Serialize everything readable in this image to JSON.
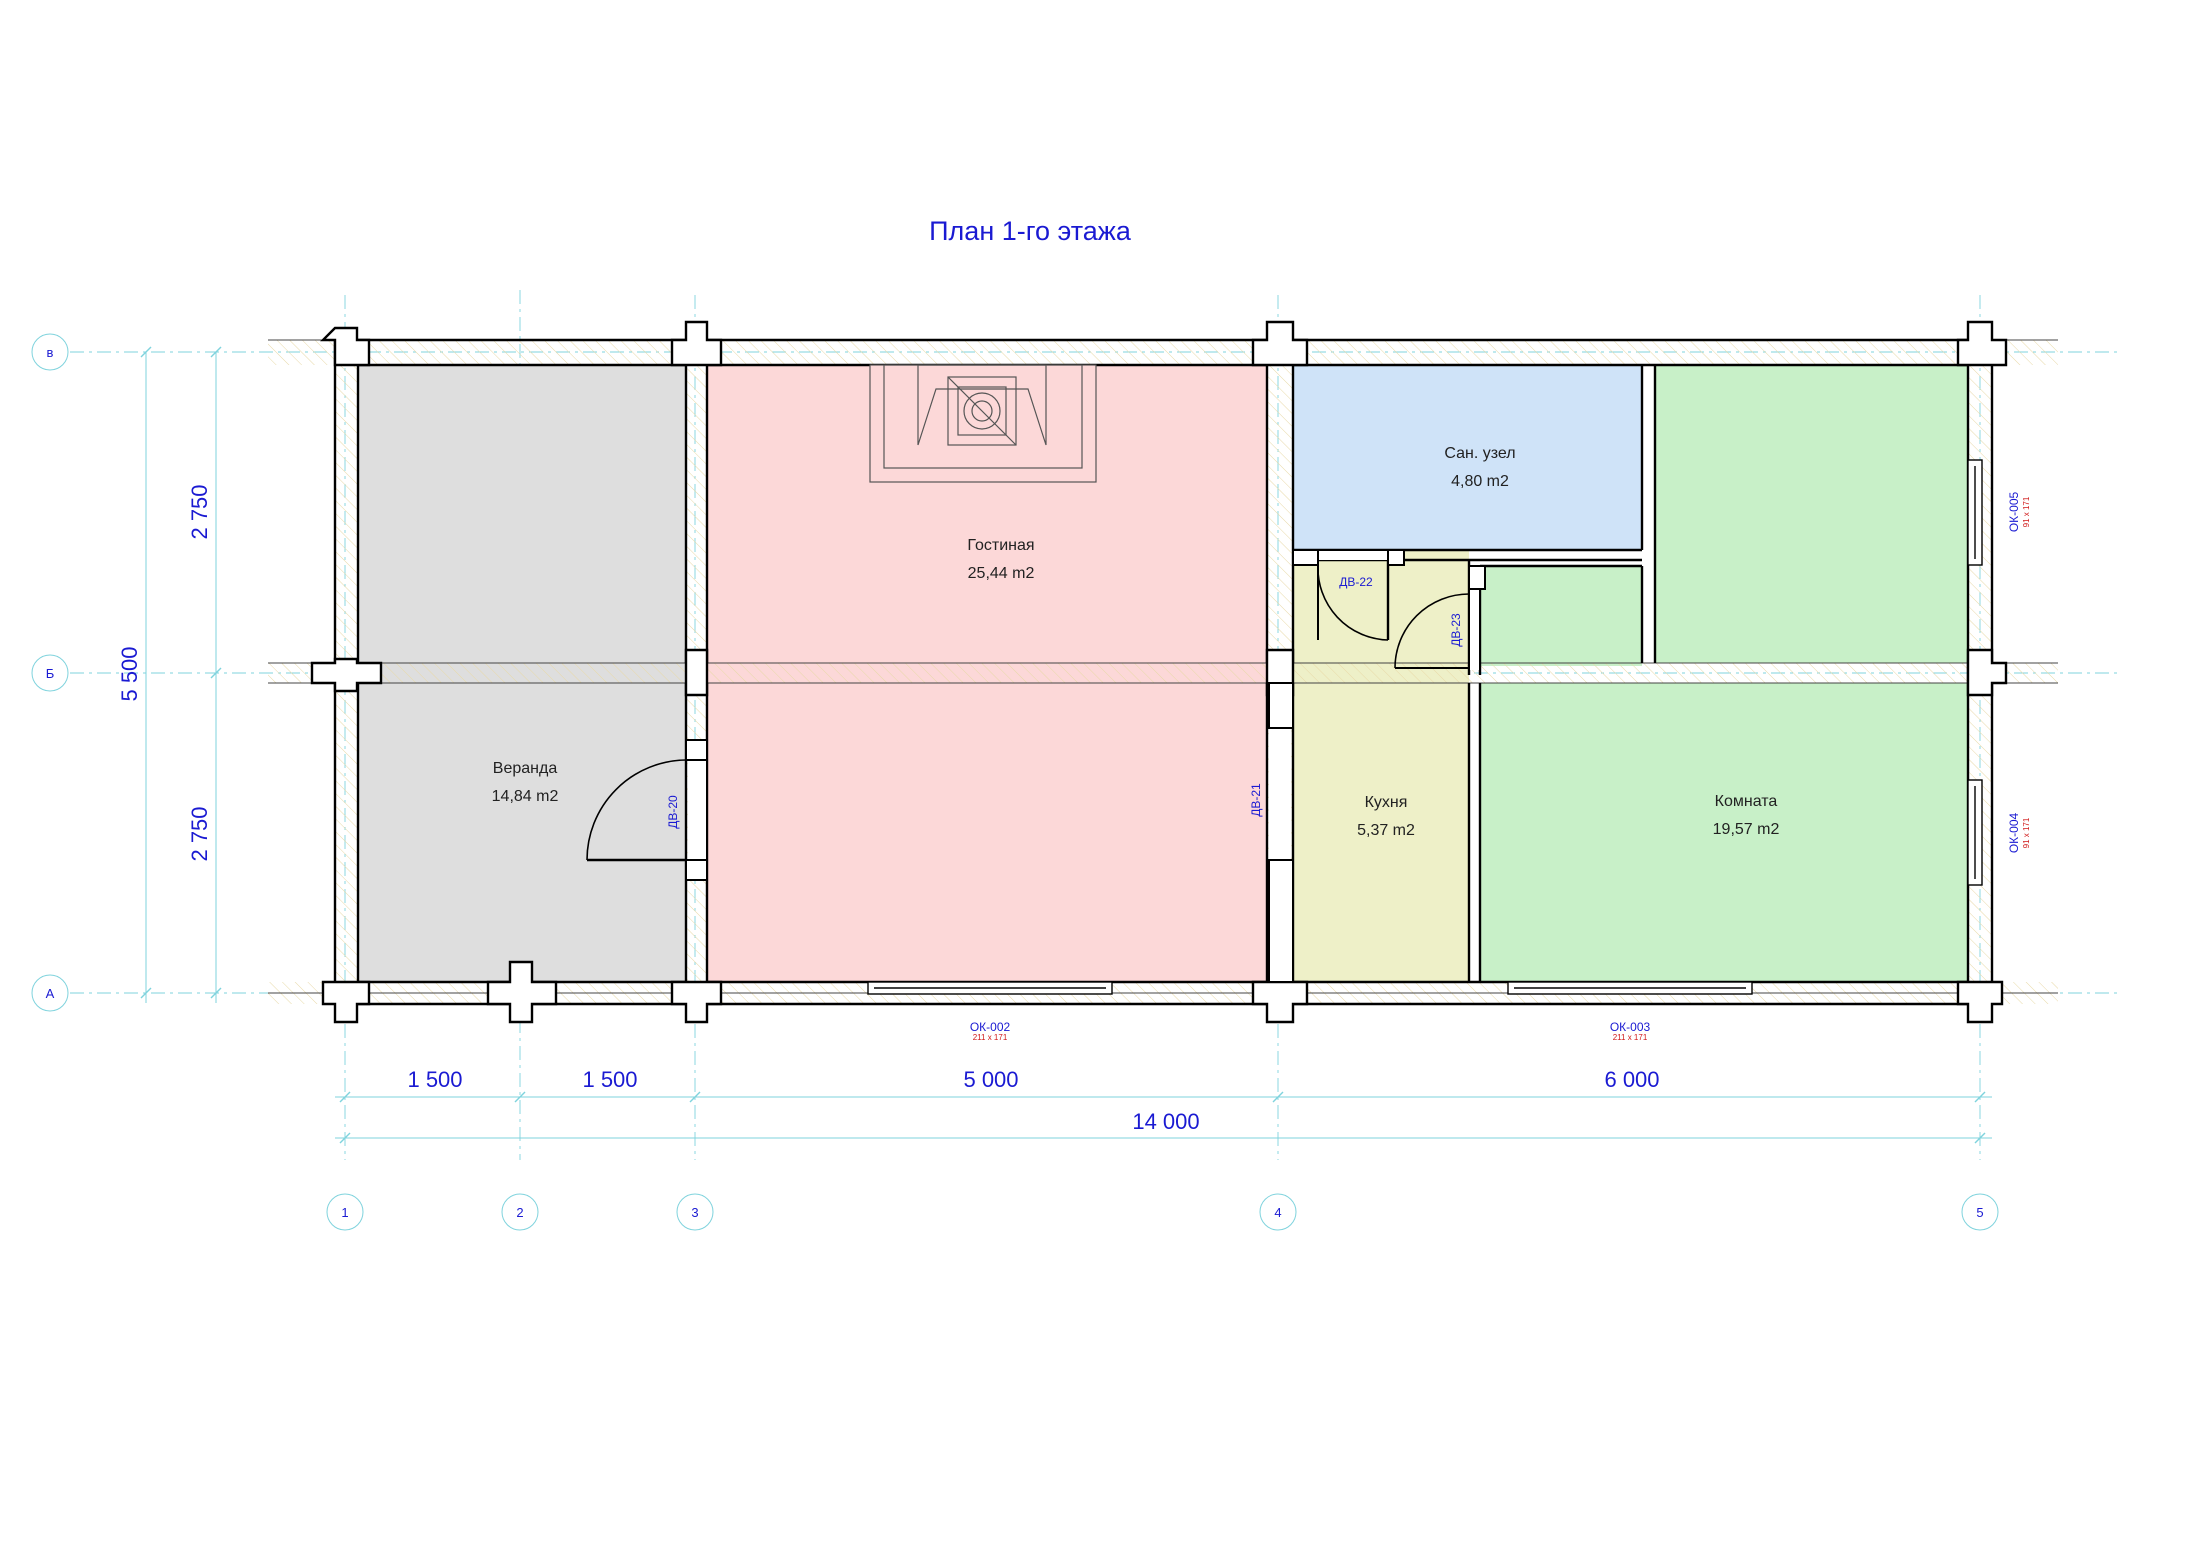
{
  "title": "План 1-го этажа",
  "colors": {
    "veranda": "#dedede",
    "living": "#fcd8d8",
    "bath": "#cfe3f8",
    "kitchen": "#eef0c8",
    "room": "#c8f0c8",
    "annotation_blue": "#1a1ad2",
    "annotation_red": "#d01818",
    "axis_cyan": "#7fd3dd"
  },
  "axes": {
    "vertical": [
      "1",
      "2",
      "3",
      "4",
      "5"
    ],
    "horizontal": [
      "в",
      "Б",
      "А"
    ]
  },
  "dimensions": {
    "bottom": [
      "1 500",
      "1 500",
      "5 000",
      "6 000"
    ],
    "total_bottom": "14 000",
    "left": [
      "2 750",
      "2 750"
    ],
    "total_left": "5 500"
  },
  "rooms": [
    {
      "name": "Веранда",
      "area": "14,84 m2"
    },
    {
      "name": "Гостиная",
      "area": "25,44 m2"
    },
    {
      "name": "Сан. узел",
      "area": "4,80 m2"
    },
    {
      "name": "Кухня",
      "area": "5,37 m2"
    },
    {
      "name": "Комната",
      "area": "19,57 m2"
    }
  ],
  "doors": [
    "ДВ-20",
    "ДВ-21",
    "ДВ-22",
    "ДВ-23"
  ],
  "windows": [
    {
      "code": "ОК-002",
      "size": "211 x 171"
    },
    {
      "code": "ОК-003",
      "size": "211 x 171"
    },
    {
      "code": "ОК-004",
      "size": "91 x 171"
    },
    {
      "code": "ОК-005",
      "size": "91 x 171"
    }
  ],
  "icons": {
    "fireplace": "fireplace-icon",
    "door_swing": "door-swing-icon"
  }
}
